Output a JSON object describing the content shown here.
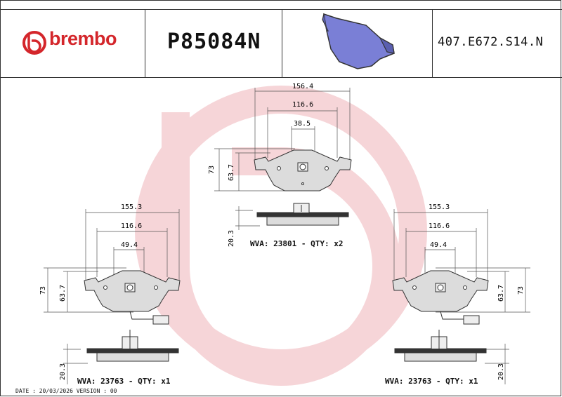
{
  "header": {
    "brand": "brembo",
    "part_number": "P85084N",
    "reference": "407.E672.S14.N"
  },
  "center_pad": {
    "dims": {
      "width_total": "156.4",
      "width_inner": "116.6",
      "width_center": "38.5",
      "height_outer": "73",
      "height_inner": "63.7",
      "thickness": "20.3"
    },
    "wva_label": "WVA: 23801 - QTY: x2"
  },
  "left_pad": {
    "dims": {
      "width_total": "155.3",
      "width_inner": "116.6",
      "width_center": "49.4",
      "height_outer": "73",
      "height_inner": "63.7",
      "thickness": "20.3"
    },
    "wva_label": "WVA: 23763 - QTY: x1"
  },
  "right_pad": {
    "dims": {
      "width_total": "155.3",
      "width_inner": "116.6",
      "width_center": "49.4",
      "height_outer": "73",
      "height_inner": "63.7",
      "thickness": "20.3"
    },
    "wva_label": "WVA: 23763 - QTY: x1"
  },
  "footer": {
    "text": "DATE : 20/03/2026 VERSION : 00"
  },
  "colors": {
    "brand_red": "#d4262b",
    "watermark": "#f3c7cb",
    "pad_fill": "#7a7fd6",
    "drawing_fill": "#dcdcdc"
  }
}
